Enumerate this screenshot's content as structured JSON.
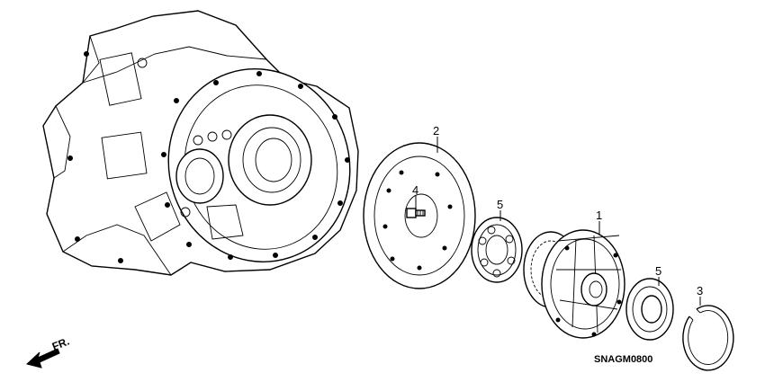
{
  "callouts": {
    "p1": "1",
    "p2": "2",
    "p3": "3",
    "p4": "4",
    "p5a": "5",
    "p5b": "5"
  },
  "direction_label": "FR.",
  "diagram_code": "SNAGM0800",
  "icons": {
    "direction_arrow": "arrow-down-left-icon"
  }
}
